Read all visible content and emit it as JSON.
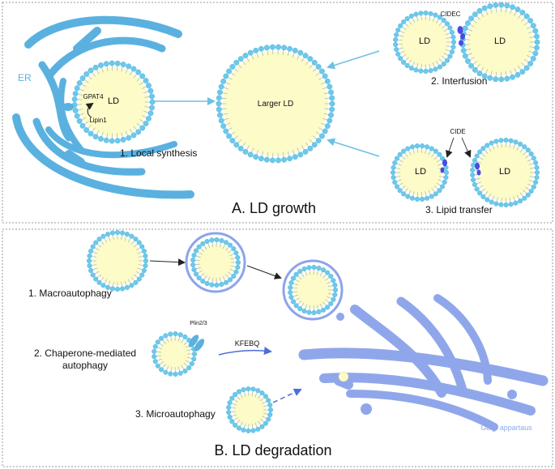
{
  "panel_a": {
    "title": "A. LD growth",
    "er_label": "ER",
    "gpat4_label": "GPAT4",
    "lipin1_label": "Lipin1",
    "ld_label": "LD",
    "local_synthesis": "1.  Local synthesis",
    "larger_ld": "Larger LD",
    "cidec_label": "CIDEC",
    "interfusion": "2. Interfusion",
    "cide_label": "CIDE",
    "lipid_transfer": "3. Lipid transfer"
  },
  "panel_b": {
    "title": "B. LD degradation",
    "macroautophagy": "1.  Macroautophagy",
    "chaperone_line1": "2. Chaperone-mediated",
    "chaperone_line2": "autophagy",
    "plin_label": "Plin2/3",
    "kfebq_label": "KFEBQ",
    "microautophagy": "3. Microautophagy",
    "golgi_label": "Golgi appartaus"
  },
  "colors": {
    "er_blue": "#5ab1e0",
    "phospholipid_head": "#6cc9ea",
    "lipid_core": "#fdfbc8",
    "arrow_blue": "#6cc0e3",
    "protein_purple": "#4b4be0",
    "golgi_blue": "#8fa7ea",
    "autophagosome_blue": "#8da4ea",
    "golgi_label_color": "#8fa7ea",
    "panel_border": "#999999"
  }
}
